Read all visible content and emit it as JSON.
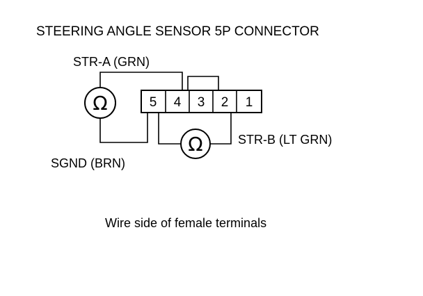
{
  "diagram": {
    "title": "STEERING ANGLE SENSOR 5P CONNECTOR",
    "caption": "Wire side of female terminals",
    "connector": {
      "pins": [
        "5",
        "4",
        "3",
        "2",
        "1"
      ]
    },
    "labels": {
      "str_a": "STR-A (GRN)",
      "str_b": "STR-B (LT GRN)",
      "sgnd": "SGND (BRN)"
    },
    "meters": {
      "symbol": "Ω",
      "icon": "ohmmeter-icon"
    }
  }
}
